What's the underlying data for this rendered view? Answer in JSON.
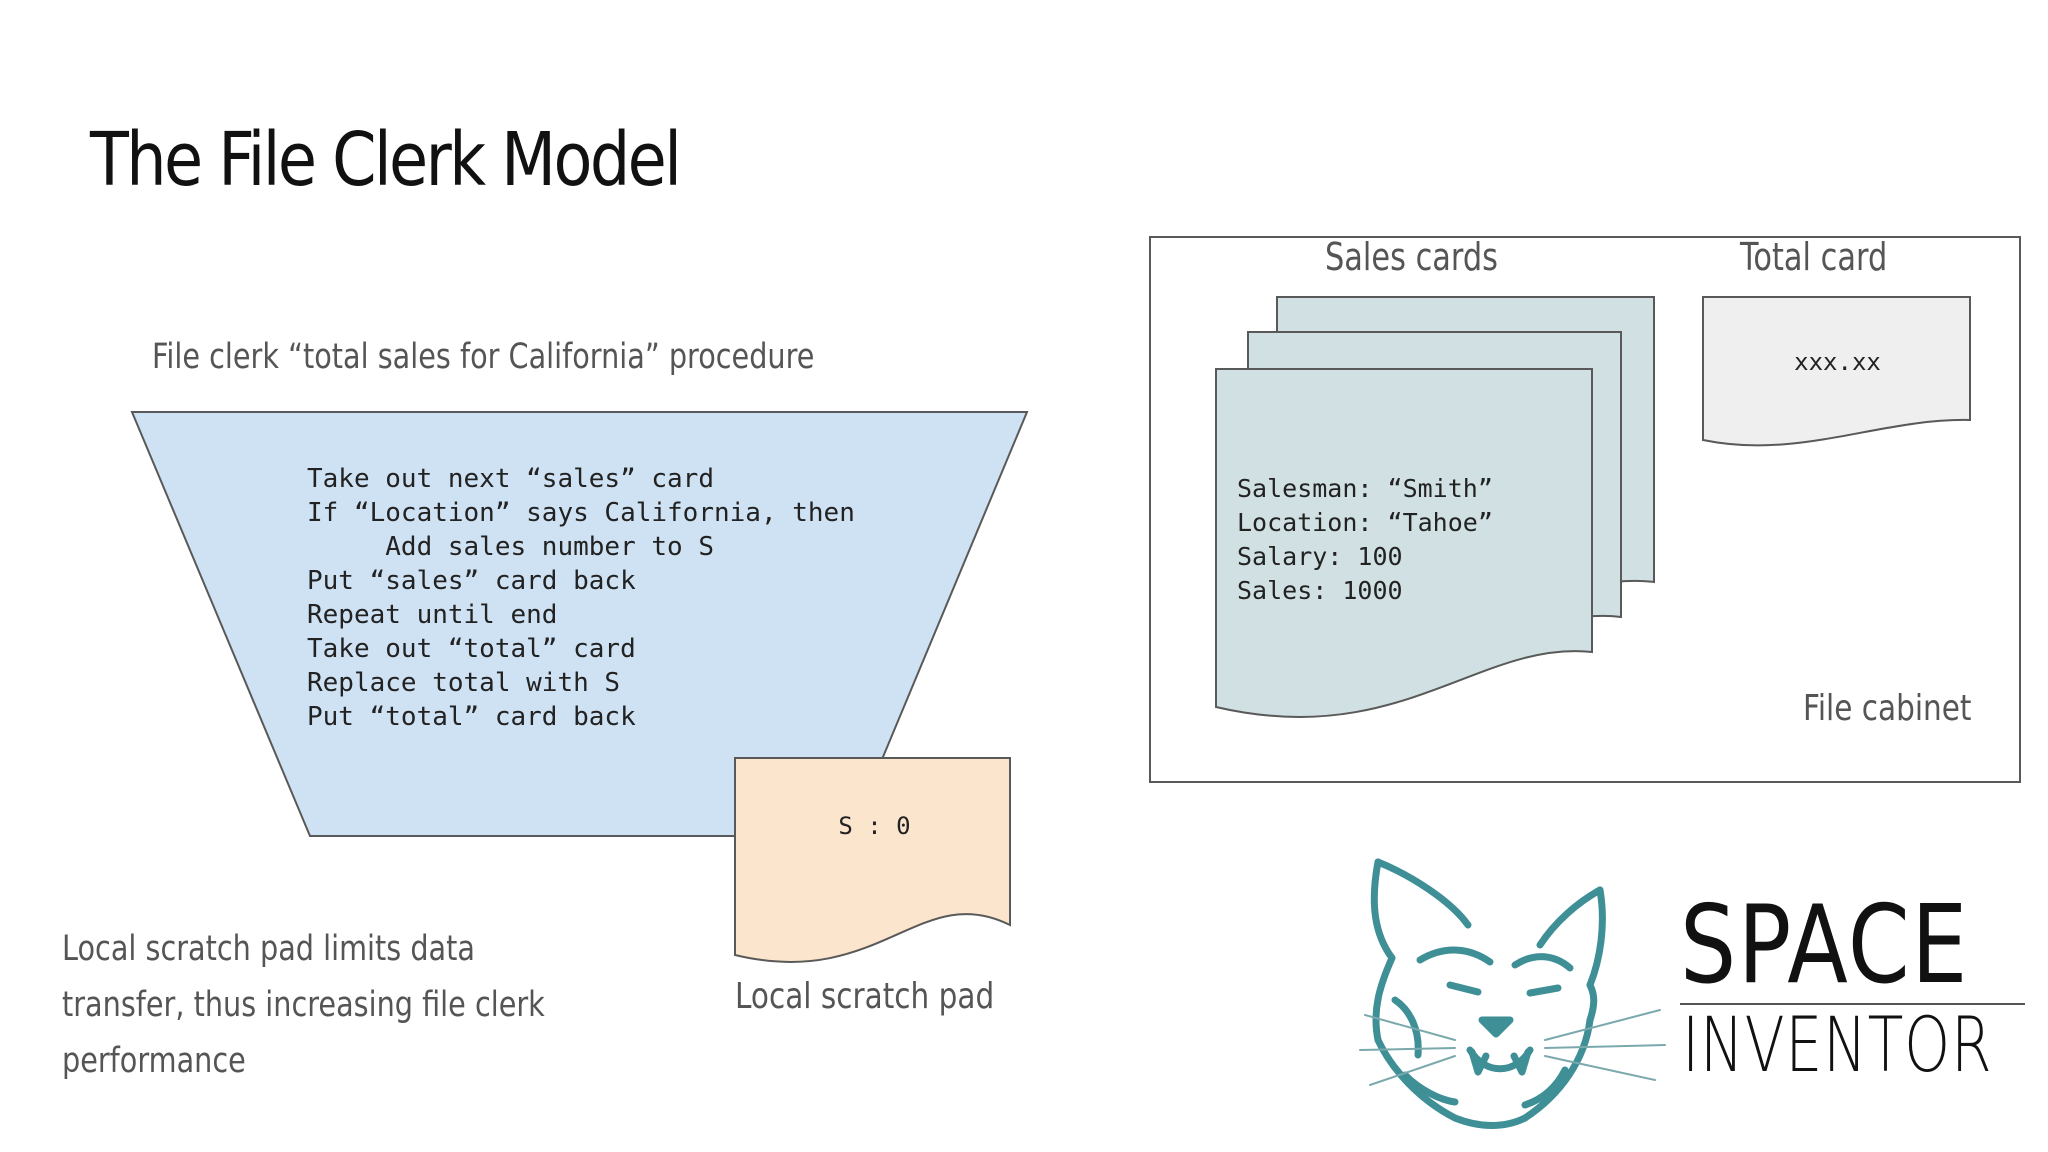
{
  "slide": {
    "title": "The File Clerk Model"
  },
  "procedure": {
    "caption": "File clerk “total sales for California” procedure",
    "lines": [
      "Take out next “sales” card",
      "If “Location” says California, then",
      "     Add sales number to S",
      "Put “sales” card back",
      "Repeat until end",
      "Take out “total” card",
      "Replace total with S",
      "Put “total” card back"
    ]
  },
  "scratch_pad": {
    "value": "S : 0",
    "caption": "Local scratch pad"
  },
  "note": {
    "lines": [
      "Local scratch pad limits data",
      "transfer, thus increasing file clerk",
      "performance"
    ]
  },
  "file_cabinet": {
    "label": "File cabinet",
    "sales_cards": {
      "title": "Sales cards",
      "fields": [
        "Salesman: “Smith”",
        "Location: “Tahoe”",
        "Salary: 100",
        "Sales: 1000"
      ]
    },
    "total_card": {
      "title": "Total card",
      "value": "xxx.xx"
    }
  },
  "brand": {
    "line1": "SPACE",
    "line2": "INVENTOR",
    "icon": "cat-head-icon"
  },
  "colors": {
    "procedure_fill": "#cfe2f3",
    "scratch_fill": "#fce5cd",
    "sales_card_fill": "#d0e0e3",
    "total_card_fill": "#efefef",
    "stroke": "#595959",
    "logo_teal": "#3f8f96"
  }
}
